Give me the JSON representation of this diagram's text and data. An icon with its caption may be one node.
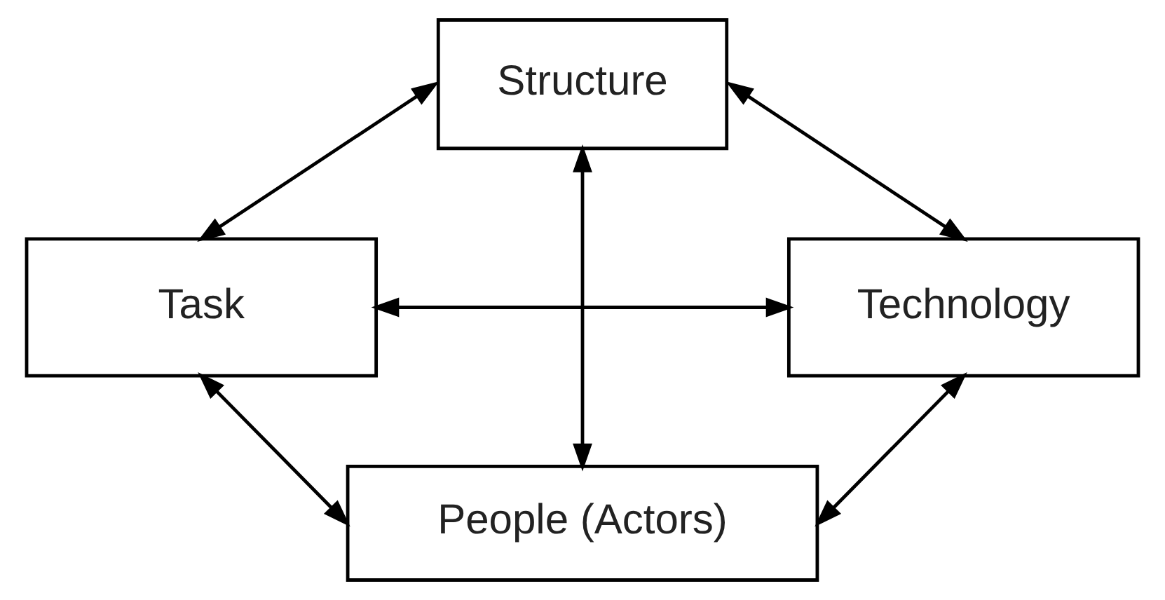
{
  "diagram": {
    "nodes": [
      {
        "text": [
          "Structure"
        ]
      },
      {
        "text": [
          "Task"
        ]
      },
      {
        "text": [
          "Technology"
        ]
      },
      {
        "text": [
          "People (Actors)"
        ]
      }
    ],
    "edges": [
      {
        "from": 0,
        "to": 1,
        "arrow": "both"
      },
      {
        "from": 0,
        "to": 3,
        "arrow": "both"
      },
      {
        "from": 0,
        "to": 2,
        "arrow": "both"
      },
      {
        "from": 1,
        "to": 2,
        "arrow": "both"
      },
      {
        "from": 1,
        "to": 3,
        "arrow": "both"
      },
      {
        "from": 2,
        "to": 3,
        "arrow": "both"
      }
    ]
  }
}
